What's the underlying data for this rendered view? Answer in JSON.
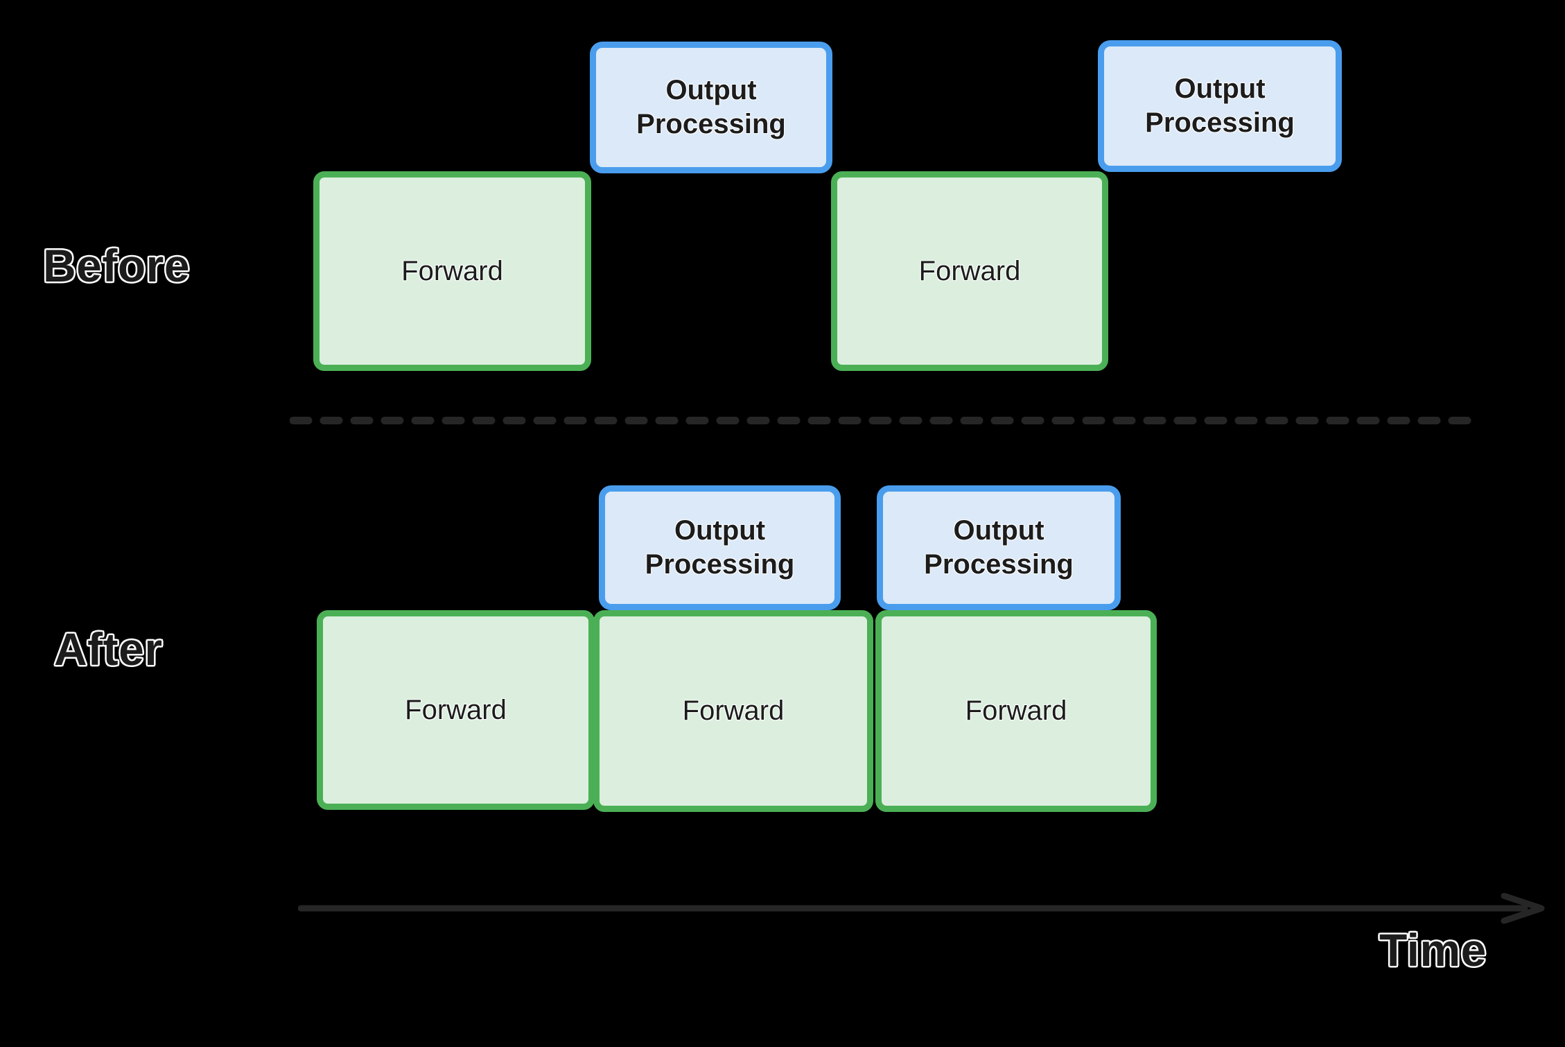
{
  "diagram": {
    "title": "Before / After pipeline overlap timeline",
    "background_color": "#000000"
  },
  "labels": {
    "before": "Before",
    "after": "After",
    "time": "Time"
  },
  "colors": {
    "forward_fill": "#dcefdf",
    "forward_border": "#4bb055",
    "output_fill": "#dce9f8",
    "output_border": "#4a9ded",
    "divider": "#262626",
    "axis": "#262626",
    "label_text": "#1c1c1c",
    "label_outline": "#ffffff"
  },
  "rows": {
    "before": {
      "label": "Before",
      "forward_blocks": [
        {
          "label": "Forward"
        },
        {
          "label": "Forward"
        }
      ],
      "output_blocks": [
        {
          "line1": "Output",
          "line2": "Processing"
        },
        {
          "line1": "Output",
          "line2": "Processing"
        }
      ]
    },
    "after": {
      "label": "After",
      "forward_blocks": [
        {
          "label": "Forward"
        },
        {
          "label": "Forward"
        },
        {
          "label": "Forward"
        }
      ],
      "output_blocks": [
        {
          "line1": "Output",
          "line2": "Processing"
        },
        {
          "line1": "Output",
          "line2": "Processing"
        }
      ]
    }
  },
  "axis": {
    "label": "Time",
    "direction": "left-to-right",
    "arrowhead": "right"
  },
  "divider": {
    "style": "dashed",
    "orientation": "horizontal"
  }
}
